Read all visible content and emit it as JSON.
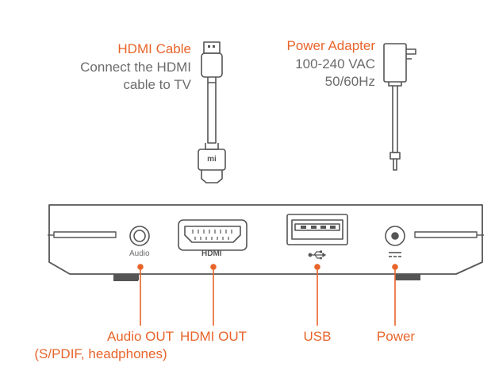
{
  "colors": {
    "accent": "#e8642a",
    "stroke": "#555555",
    "text_grey": "#6b6b6b"
  },
  "accessories": {
    "hdmi_cable": {
      "title": "HDMI Cable",
      "line1": "Connect the HDMI",
      "line2": "cable to TV",
      "plug_logo": "mi"
    },
    "power_adapter": {
      "title": "Power Adapter",
      "line1": "100-240 VAC",
      "line2": "50/60Hz"
    }
  },
  "device_ports": {
    "audio": "Audio",
    "hdmi": "HDMI",
    "usb_icon": "usb-icon",
    "power_icon": "dc-power-icon"
  },
  "callouts": {
    "audio_out": {
      "line1": "Audio OUT",
      "line2": "(S/PDIF, headphones)"
    },
    "hdmi_out": "HDMI OUT",
    "usb": "USB",
    "power": "Power"
  }
}
